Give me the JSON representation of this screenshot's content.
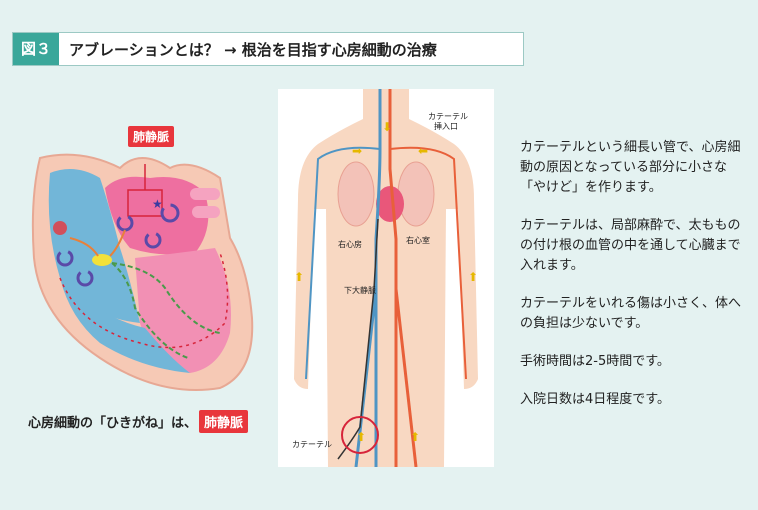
{
  "header": {
    "badge": "図３",
    "title": "アブレーションとは？ → 根治を目指す心房細動の治療"
  },
  "heart": {
    "vein_label": "肺静脈",
    "caption_prefix": "心房細動の「ひきがね」は、",
    "caption_tag": "肺静脈"
  },
  "body_labels": {
    "catheter_insertion_line1": "カテーテル",
    "catheter_insertion_line2": "挿入口",
    "right_atrium": "右心房",
    "right_ventricle": "右心室",
    "inferior_vena_cava": "下大静脈",
    "catheter": "カテーテル"
  },
  "text": {
    "p1": "カテーテルという細長い管で、心房細動の原因となっている部分に小さな「やけど」を作ります。",
    "p2": "カテーテルは、局部麻酔で、太もものの付け根の血管の中を通して心臓まで入れます。",
    "p3": "カテーテルをいれる傷は小さく、体への負担は少ないです。",
    "p4": "手術時間は2-5時間です。",
    "p5": "入院日数は4日程度です。"
  },
  "colors": {
    "accent": "#3aa79a",
    "red_tag": "#e8363c",
    "background": "#e4f2f1"
  }
}
